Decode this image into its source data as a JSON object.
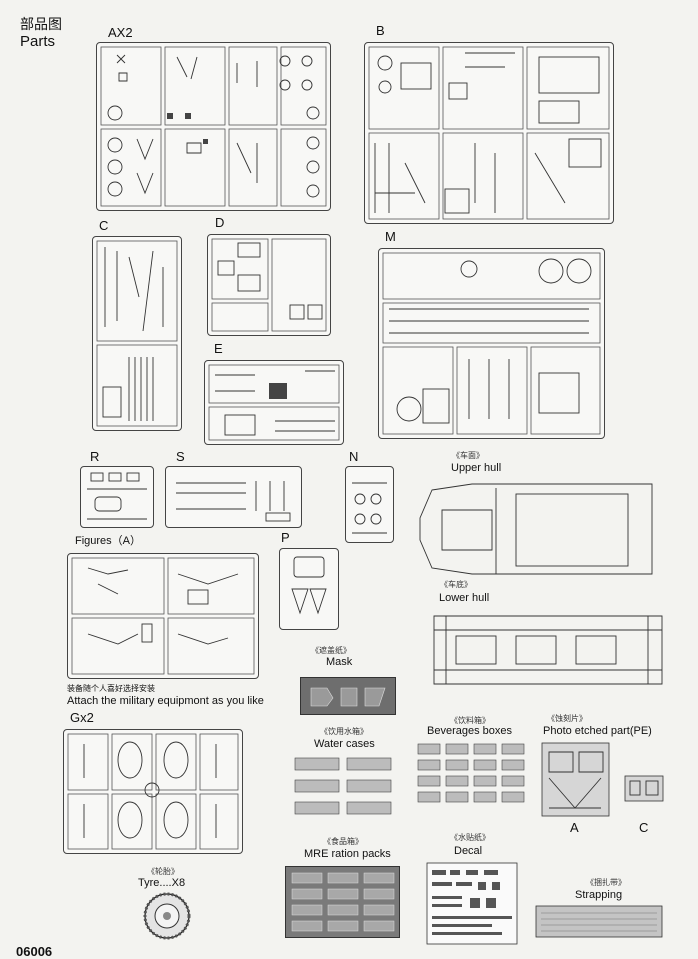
{
  "header": {
    "title_cn": "部品图",
    "title_en": "Parts"
  },
  "sprues": {
    "ax2": "AX2",
    "b": "B",
    "c": "C",
    "d": "D",
    "m": "M",
    "e": "E",
    "r": "R",
    "s": "S",
    "n": "N",
    "p": "P",
    "gx2": "Gx2"
  },
  "figures": {
    "label": "Figures（A）"
  },
  "upper_hull": {
    "cn": "《车面》",
    "en": "Upper hull"
  },
  "lower_hull": {
    "cn": "《车底》",
    "en": "Lower hull"
  },
  "attach_note": {
    "cn": "装备随个人喜好选择安装",
    "en": "Attach the military equipmont as you like"
  },
  "mask": {
    "cn": "《遮盖纸》",
    "en": "Mask"
  },
  "water_cases": {
    "cn": "《饮用水箱》",
    "en": "Water cases"
  },
  "beverages": {
    "cn": "《饮料箱》",
    "en": "Beverages boxes"
  },
  "pe": {
    "cn": "《蚀刻片》",
    "en": "Photo etched part(PE)",
    "a": "A",
    "c": "C"
  },
  "mre": {
    "cn": "《食品箱》",
    "en": "MRE ration packs"
  },
  "decal": {
    "cn": "《水贴纸》",
    "en": "Decal"
  },
  "tyre": {
    "cn": "《轮胎》",
    "en": "Tyre....X8"
  },
  "strapping": {
    "cn": "《捆扎带》",
    "en": "Strapping"
  },
  "footer": {
    "page": "06006"
  }
}
